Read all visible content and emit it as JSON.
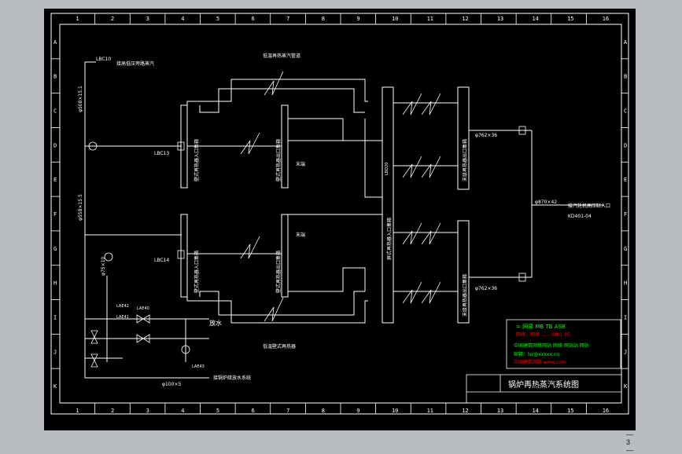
{
  "drawing": {
    "title": "锅炉再热蒸汽系统图",
    "page_number": "— 3 —",
    "columns": [
      "1",
      "2",
      "3",
      "4",
      "5",
      "6",
      "7",
      "8",
      "9",
      "10",
      "11",
      "12",
      "13",
      "14",
      "15",
      "16"
    ],
    "rows": [
      "A",
      "B",
      "C",
      "D",
      "E",
      "F",
      "G",
      "H",
      "I",
      "J",
      "K"
    ]
  },
  "labels": {
    "top_title": "低温再热蒸汽管道",
    "top_connect": "接高低压旁路蒸汽",
    "pipe_main_left": "φ508×15.1",
    "pipe_main_lower": "φ558×15.5",
    "pipe_lower_a": "φ75×10",
    "pipe_lower_b": "φ100×5",
    "drain_text": "放水",
    "drain_connect": "接锅炉疏放水系统",
    "lab_codes": [
      "LBC10",
      "LBC13",
      "LBC14",
      "LAE40",
      "LAE41",
      "LAE42",
      "LAE43"
    ],
    "header_left_upper": "壁式再热器入口集箱",
    "header_left_lower": "壁式再热器入口集箱",
    "header_mid_upper": "壁式再热器出口集箱",
    "header_mid_lower": "壁式再热器出口集箱",
    "header_center": "屏式再热器入口集箱",
    "header_right_upper": "末级再热器出口集箱",
    "header_right_lower": "末级再热器出口集箱",
    "bottom_caption": "低温壁式再热器",
    "right_pipe_a": "φ762×36",
    "right_pipe_b": "φ762×36",
    "right_pipe_c": "φ870×42",
    "right_connect": "接汽轮机高压缸入口",
    "right_code": "KD401-04",
    "mid_code": "LBD20",
    "stamp_note": "末端"
  },
  "watermark": {
    "line1": "= 网易 MB TB ASB",
    "line2": "网络，网络 …… 08/1 05…",
    "line3": "中国建筑网络网站 网络 网站站 网站",
    "line4": "邮箱：lsr@xxxxx.cn",
    "line5": "中国建筑网络 www.com"
  }
}
